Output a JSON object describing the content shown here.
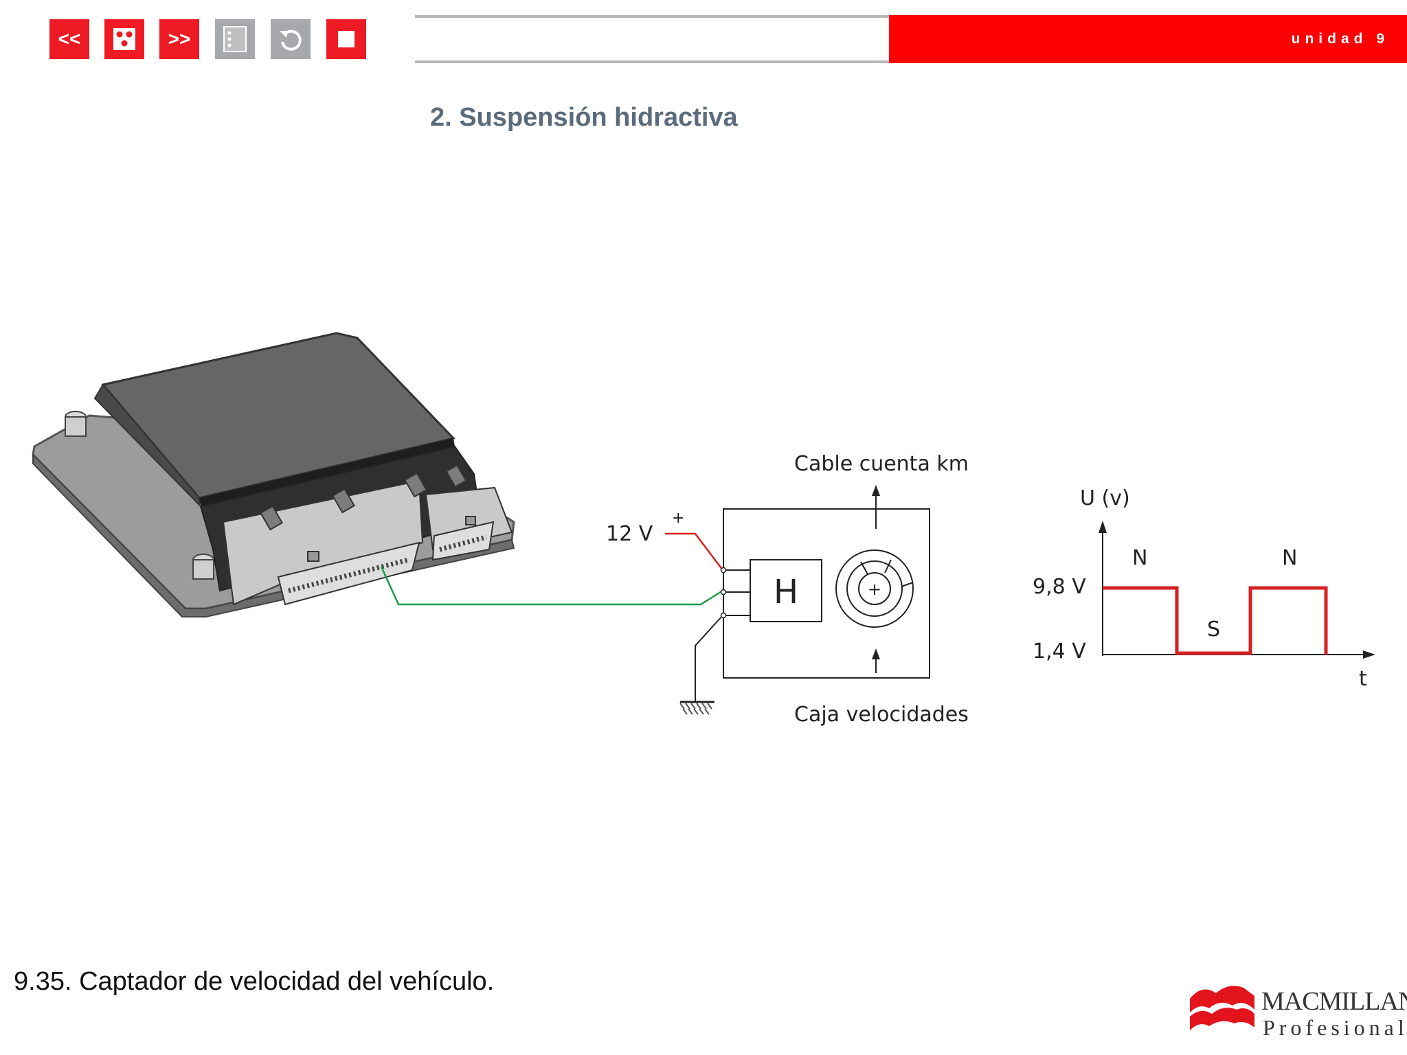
{
  "nav": {
    "prev_label": "<<",
    "next_label": ">>",
    "menu_icon": "dice-icon",
    "index_icon": "outline-icon",
    "back_icon": "undo-icon",
    "stop_icon": "stop-icon"
  },
  "header": {
    "unit": "unidad 9",
    "accent_color": "#fe0000"
  },
  "section": {
    "title": "2. Suspensión hidractiva"
  },
  "diagram": {
    "supply_voltage": "12 V",
    "plus_sign": "+",
    "sensor_letter": "H",
    "top_label": "Cable cuenta km",
    "bottom_label": "Caja velocidades",
    "rotor_symbol": "+"
  },
  "signal_graph": {
    "y_label": "U (v)",
    "x_label": "t",
    "high_level": "9,8 V",
    "low_level": "1,4 V",
    "state_high_1": "N",
    "state_low": "S",
    "state_high_2": "N"
  },
  "caption": "9.35. Captador de velocidad del vehículo.",
  "logo": {
    "line1": "MACMILLAN",
    "line2": "Profesional"
  }
}
